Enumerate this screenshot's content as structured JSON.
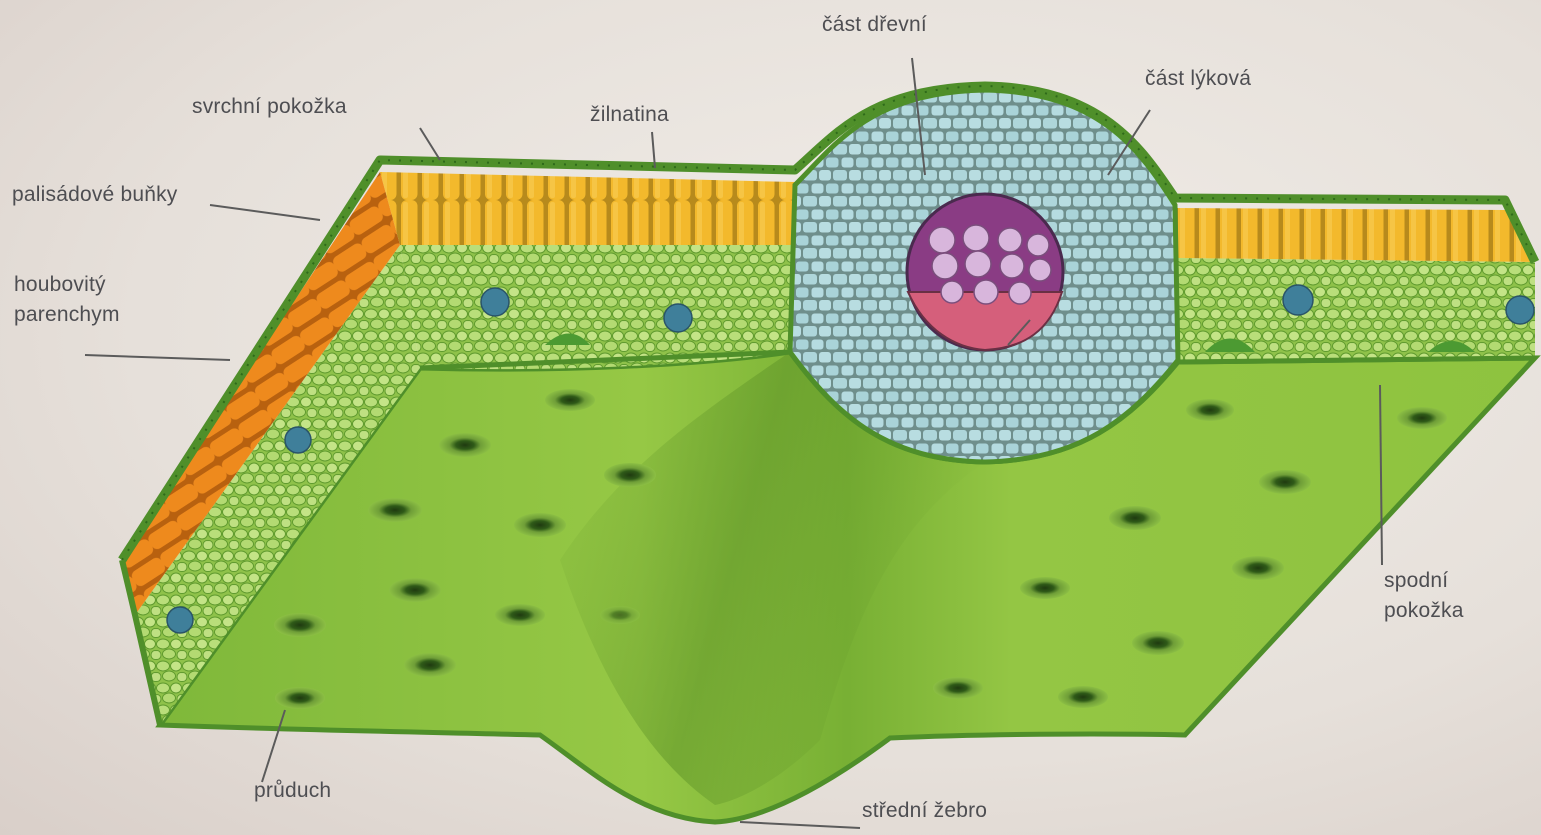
{
  "labels": {
    "svrchni_pokozka": "svrchní pokožka",
    "palisadove_bunky": "palisádové buňky",
    "houbovity_parenchym": [
      "houbovitý",
      "parenchym"
    ],
    "zilnatina": "žilnatina",
    "cast_drevni": "část dřevní",
    "cast_lykova": "část lýková",
    "spodni_pokozka": [
      "spodní",
      "pokožka"
    ],
    "pruduch": "průduch",
    "stredni_zebro": "střední žebro"
  },
  "colors": {
    "background": "#e9e4de",
    "epidermis": "#4f8f2a",
    "palisade_top": "#f3b92c",
    "palisade_side": "#e8871c",
    "spongy": "#9ccc55",
    "spongy_cell": "#b9de7a",
    "lower_surface": "#8ec33f",
    "vein_bundle": "#a9d3d8",
    "xylem": "#8d3f86",
    "phloem": "#d2607a",
    "stoma": "#3f6e1e",
    "label_text": "#4e4e52",
    "leader_line": "#5b5b5b"
  }
}
